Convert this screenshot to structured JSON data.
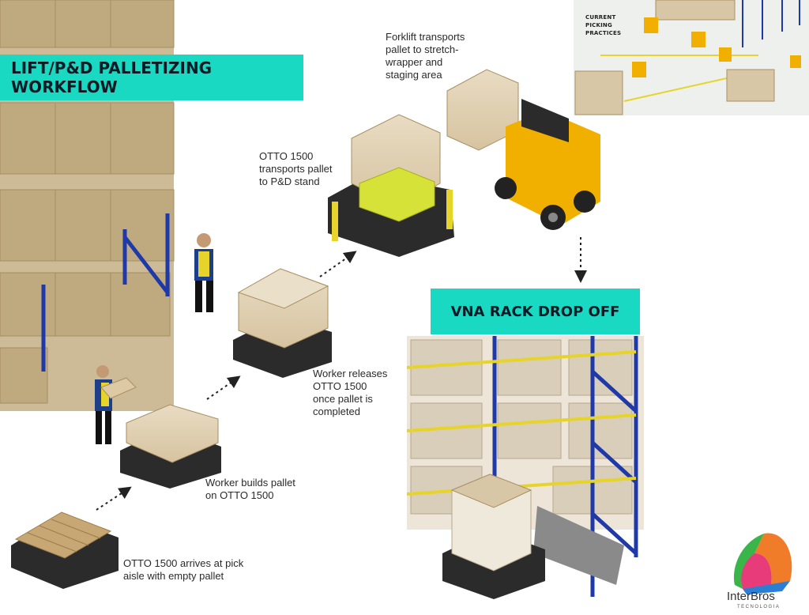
{
  "title": "LIFT/P&D PALLETIZING WORKFLOW",
  "section_vna": "VNA RACK DROP OFF",
  "inset": {
    "label": "CURRENT\nPICKING\nPRACTICES"
  },
  "steps": [
    {
      "text": "OTTO 1500 arrives at pick\naisle with empty pallet"
    },
    {
      "text": "Worker builds pallet\non OTTO 1500"
    },
    {
      "text": "Worker releases\nOTTO 1500\nonce pallet is\ncompleted"
    },
    {
      "text": "OTTO 1500\ntransports pallet\nto P&D stand"
    },
    {
      "text": "Forklift transports\npallet to stretch-\nwrapper and\nstaging area"
    }
  ],
  "logo": {
    "name": "InterBros",
    "sub": "TECNOLOGIA"
  },
  "colors": {
    "accent": "#19d9c2",
    "rack_blue": "#1f3aa8",
    "rack_yellow": "#e6d42a",
    "box": "#d8c7a6",
    "robot": "#2b2b2b",
    "forklift": "#f1b000"
  }
}
